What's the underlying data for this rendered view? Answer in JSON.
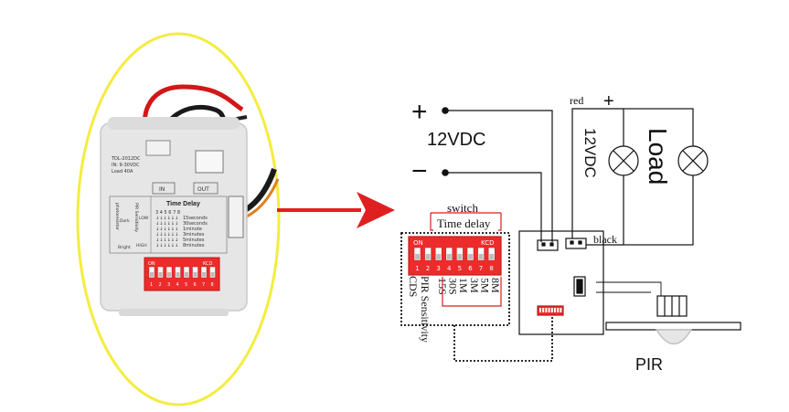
{
  "photo": {
    "model_label": "TDL-2012DC",
    "input_label": "IN: 9-30VDC",
    "load_label": "Load 40A",
    "in_label": "IN",
    "out_label": "OUT",
    "time_delay_title": "Time Delay",
    "pir_sensitivity_label": "PIR Sensitivity",
    "photoresistor_label": "photoresistor",
    "dark_label": "Dark",
    "bright_label": "Bright",
    "high_label": "HIGH",
    "low_label": "LOW",
    "dip_numbers_header": "3 4 5 6 7 8",
    "delay_options": [
      "15seconds",
      "30seconds",
      "1minute",
      "3minutes",
      "5minutes",
      "8minutes"
    ],
    "dip_on_label": "ON",
    "dip_kcd_label": "KCD",
    "dip_positions": [
      "1",
      "2",
      "3",
      "4",
      "5",
      "6",
      "7",
      "8"
    ]
  },
  "diagram": {
    "plus_symbol": "+",
    "minus_symbol": "−",
    "voltage_label": "12VDC",
    "red_label": "red",
    "red_plus": "+",
    "load_voltage_label": "12VDC",
    "load_label": "Load",
    "black_label": "black",
    "switch_label": "switch",
    "time_delay_label": "Time delay",
    "dip_on_label": "ON",
    "dip_kcd_label": "KCD",
    "dip_positions": [
      "1",
      "2",
      "3",
      "4",
      "5",
      "6",
      "7",
      "8"
    ],
    "delay_options": [
      "15S",
      "30S",
      "1M",
      "3M",
      "5M",
      "8M"
    ],
    "pir_sensitivity_label": "PIR Sensitivity",
    "cds_label": "CDS",
    "pir_label": "PIR"
  },
  "colors": {
    "ellipse_border": "#f4ec40",
    "arrow": "#e02020",
    "dip_red": "#ee2b2b",
    "wire_red": "#d11818",
    "board_grey": "#e3e3e3"
  }
}
